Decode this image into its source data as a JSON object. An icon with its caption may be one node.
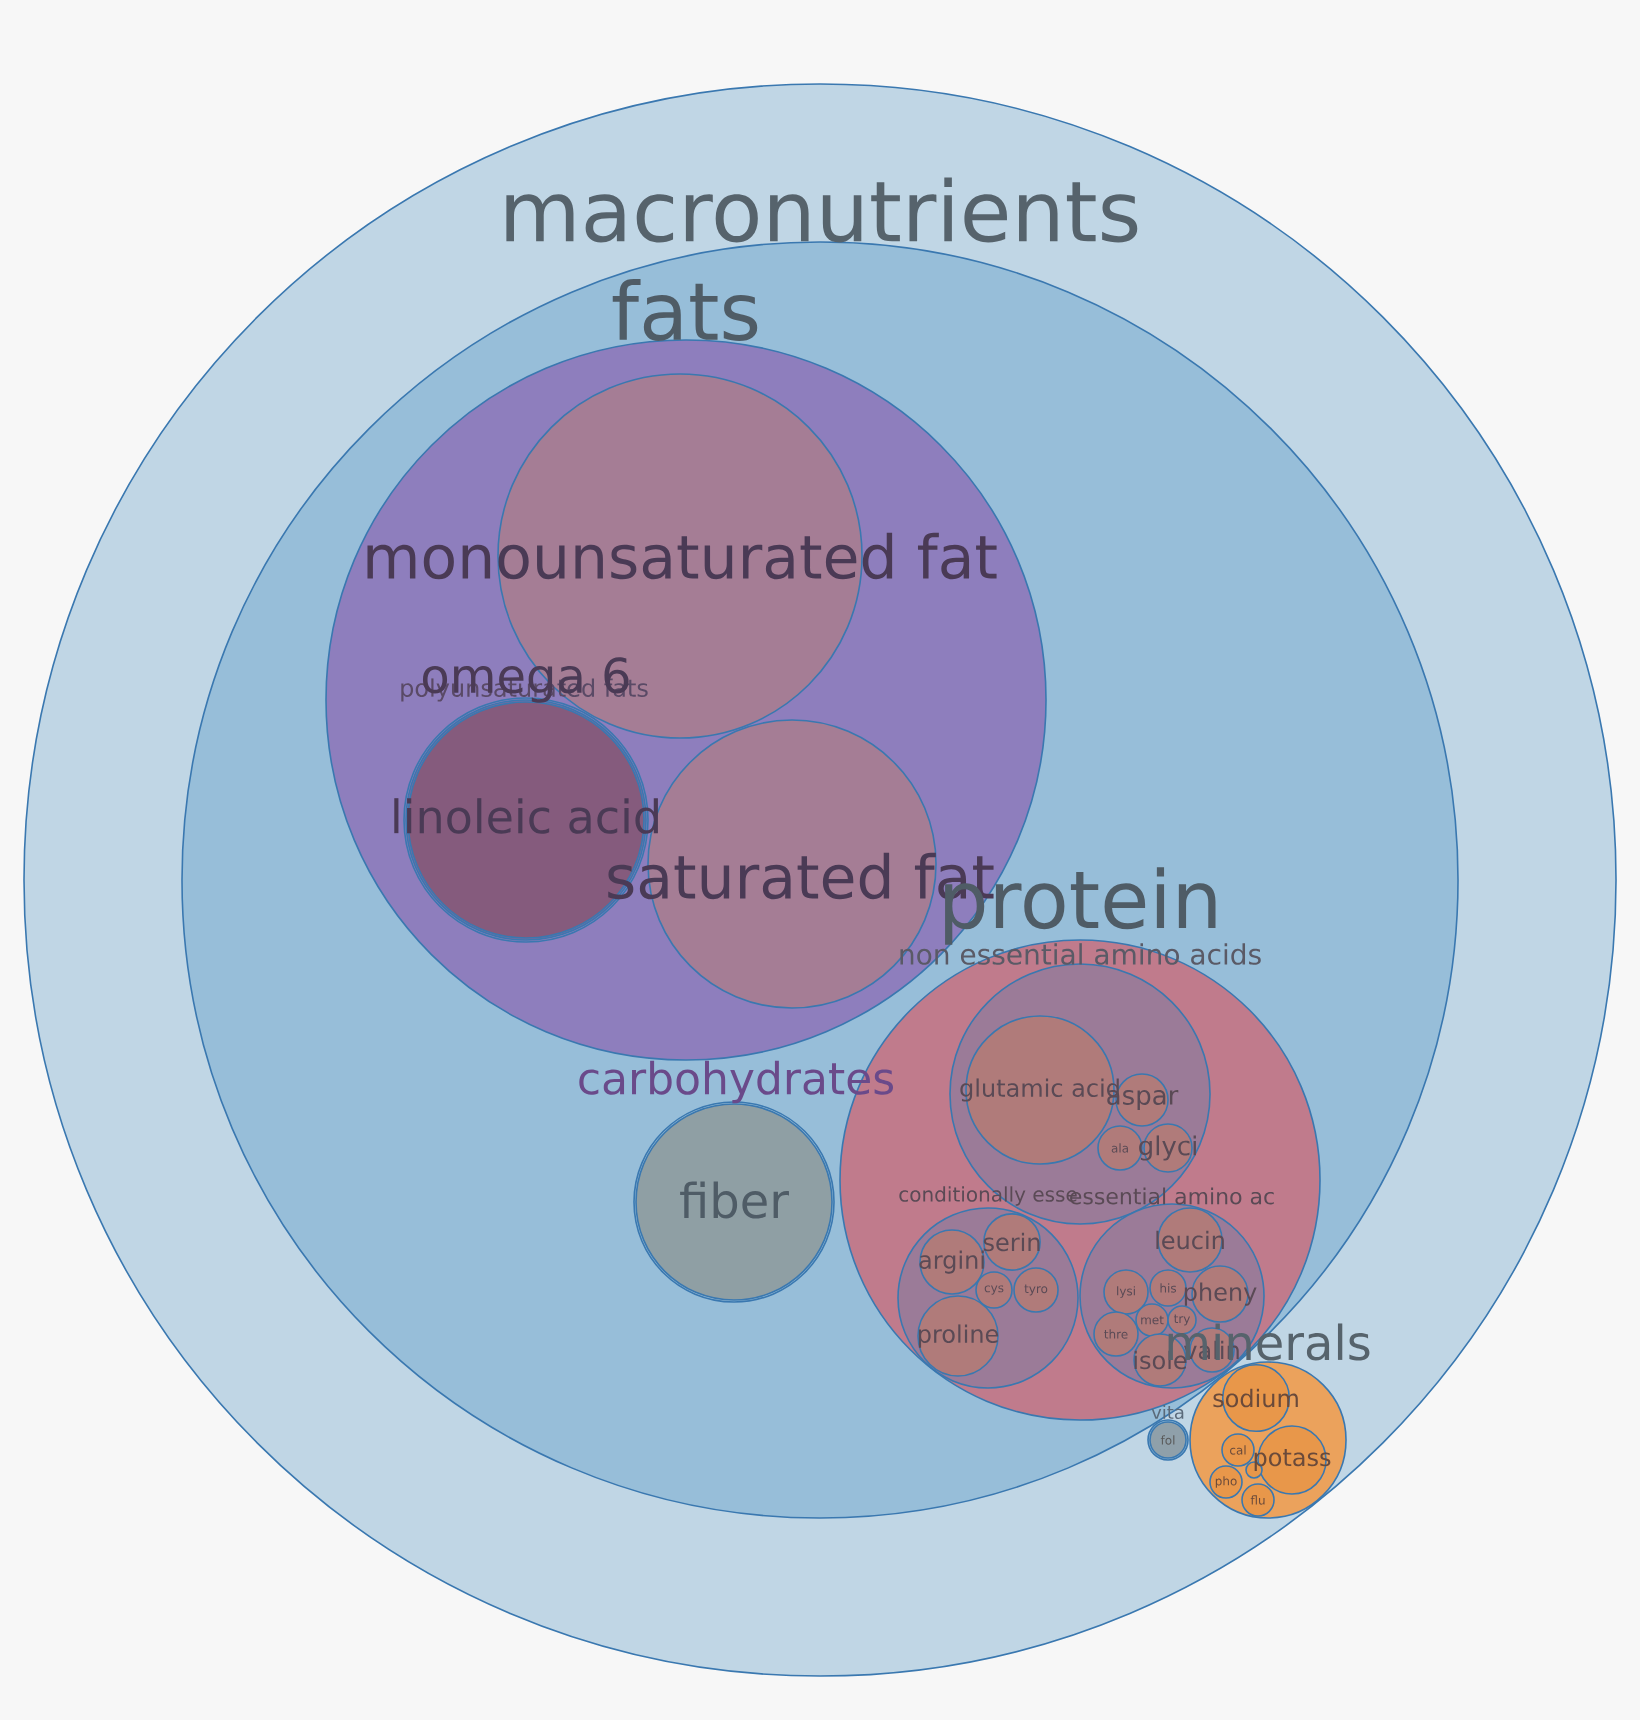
{
  "diagram": {
    "nodes": [
      {
        "text": [
          "macronutrients"
        ]
      },
      {
        "text": [
          "fats"
        ],
        "in": 0
      },
      {
        "text": [],
        "shape": "circle",
        "in": 1
      },
      {
        "text": [
          "monounsaturated fat"
        ],
        "in": 2
      },
      {
        "text": [
          "polyunsaturated fats"
        ],
        "in": 2
      },
      {
        "text": [
          "omega 6"
        ],
        "in": 4
      },
      {
        "text": [
          "linoleic acid"
        ],
        "in": 5
      },
      {
        "text": [
          "saturated fat"
        ],
        "in": 2
      },
      {
        "text": [
          "carbohydrates"
        ],
        "in": 1
      },
      {
        "text": [
          "fiber"
        ],
        "in": 8
      },
      {
        "text": [
          "protein"
        ],
        "in": 1
      },
      {
        "text": [
          "non essential amino acids"
        ],
        "in": 10
      },
      {
        "text": [
          "glutamic acid"
        ],
        "in": 11
      },
      {
        "text": [
          "aspar"
        ],
        "in": 11
      },
      {
        "text": [
          "ala"
        ],
        "in": 11
      },
      {
        "text": [
          "glyci"
        ],
        "in": 11
      },
      {
        "text": [
          "conditionally esse"
        ],
        "in": 10
      },
      {
        "text": [
          "argini"
        ],
        "in": 16
      },
      {
        "text": [
          "serin"
        ],
        "in": 16
      },
      {
        "text": [
          "cys"
        ],
        "in": 16
      },
      {
        "text": [
          "tyro"
        ],
        "in": 16
      },
      {
        "text": [
          "proline"
        ],
        "in": 16
      },
      {
        "text": [
          "essential amino ac"
        ],
        "in": 10
      },
      {
        "text": [
          "leucin"
        ],
        "in": 22
      },
      {
        "text": [
          "lysi"
        ],
        "in": 22
      },
      {
        "text": [
          "his"
        ],
        "in": 22
      },
      {
        "text": [
          "pheny"
        ],
        "in": 22
      },
      {
        "text": [
          "met"
        ],
        "in": 22
      },
      {
        "text": [
          "try"
        ],
        "in": 22
      },
      {
        "text": [
          "thre"
        ],
        "in": 22
      },
      {
        "text": [
          "isole"
        ],
        "in": 22
      },
      {
        "text": [
          "valin"
        ],
        "in": 22
      },
      {
        "text": [
          "vita"
        ],
        "in": 0
      },
      {
        "text": [
          "fol"
        ],
        "in": 32
      },
      {
        "text": [
          "minerals"
        ],
        "in": 0
      },
      {
        "text": [
          "sodium"
        ],
        "in": 34
      },
      {
        "text": [
          "potass"
        ],
        "in": 34
      },
      {
        "text": [
          "cal"
        ],
        "in": 34
      },
      {
        "text": [],
        "shape": "circle",
        "in": 34
      },
      {
        "text": [
          "pho"
        ],
        "in": 34
      },
      {
        "text": [
          "flu"
        ],
        "in": 34
      }
    ]
  }
}
